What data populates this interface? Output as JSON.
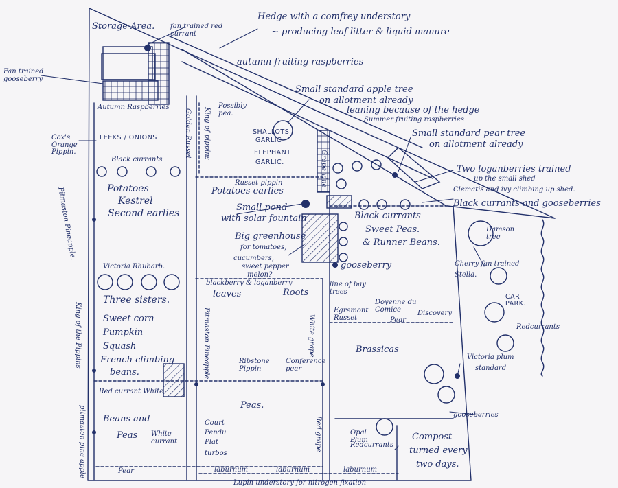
{
  "colors": {
    "ink": "#22306a",
    "paper": "#f6f5f7"
  },
  "labels": {
    "storage_area": "Storage Area.",
    "fan_redcurrant": "fan trained red currant",
    "hedge": "Hedge with a comfrey understory",
    "hedge_sub": "~ producing leaf litter & liquid manure",
    "autumn_raspberries_hedge": "autumn fruiting raspberries",
    "fan_gooseberry": "Fan trained gooseberry",
    "autumn_raspberries_bed": "Autumn Raspberries",
    "apple_tree": "Small standard apple tree",
    "apple_tree_2": "on allotment already",
    "apple_tree_3": "leaning because of the hedge",
    "summer_raspberries": "Summer fruiting raspberries",
    "pear_tree": "Small standard pear tree",
    "pear_tree_2": "on allotment already",
    "loganberries": "Two loganberries trained",
    "loganberries_2": "up the small shed",
    "clematis": "Clematis and ivy climbing up shed.",
    "blackcurrants_goose": "Black currants and gooseberries",
    "possibly_pea": "Possibly pea.",
    "shallots": "SHALLOTS",
    "garlic": "GARLIC",
    "elephant": "ELEPHANT",
    "garlic2": "GARLIC.",
    "coxs": "Cox's Orange Pippin.",
    "leeks": "LEEKS / ONIONS",
    "blackcurrants_left": "Black currants",
    "potatoes": "Potatoes",
    "kestrel": "Kestrel",
    "second_earlies": "Second earlies",
    "pitmaston_pineapple_left": "Pitmaston Pineapple.",
    "russet_pippin": "Russet pippin",
    "potatoes_earlies": "Potatoes earlies",
    "small_pond": "Small pond",
    "solar_fountain": "with solar fountain",
    "blackcurrants_mid": "Black currants",
    "sweet_peas": "Sweet Peas.",
    "runner_beans": "& Runner Beans.",
    "greenhouse": "Big greenhouse",
    "greenhouse_2": "for tomatoes,",
    "greenhouse_3": "cucumbers,",
    "greenhouse_4": "sweet pepper",
    "greenhouse_5": "melon?",
    "gooseberry_mid": "gooseberry",
    "damson": "Damson tree",
    "victoria_rhubarb": "Victoria Rhubarb.",
    "cherry": "Cherry fan trained",
    "stella": "Stella.",
    "blackberry": "blackberry & loganberry",
    "leaves": "leaves",
    "roots": "Roots",
    "bay_trees": "line of bay trees",
    "three_sisters": "Three sisters.",
    "sweetcorn": "Sweet corn",
    "pumpkin": "Pumpkin",
    "squash": "Squash",
    "french_beans": "French climbing",
    "french_beans_2": "beans.",
    "king_pippins": "King of the Pippins",
    "egremont": "Egremont Russet",
    "doyenne": "Doyenne du Comice",
    "doyenne_pear": "Pear",
    "discovery": "Discovery",
    "car_park": "CAR PARK.",
    "redcurrants_right": "Redcurrants",
    "white_grape_mid": "White grape",
    "brassicas": "Brassicas",
    "pitmaston_mid": "Pitmaston Pineapple",
    "ribston": "Ribstone Pippin",
    "conference": "Conference pear",
    "victoria_plum": "Victoria plum",
    "victoria_plum_2": "standard",
    "redcurrant_white": "Red currant White",
    "peas": "Peas.",
    "gooseberries_bottom": "gooseberries",
    "beans_and_peas": "Beans and",
    "beans_and_peas_2": "Peas",
    "white_currant": "White currant",
    "court_pendu": "Court",
    "court_pendu_2": "Pendu",
    "court_pendu_3": "Plat",
    "turbos": "turbos",
    "red_grape": "Red grape",
    "opal_plum": "Opal Plum",
    "redcurrants_bottom": "Redcurrants",
    "compost": "Compost",
    "compost_2": "turned every",
    "compost_3": "two days.",
    "pitmaston_bottom": "pitmaston pine apple",
    "pear_bottom": "Pear",
    "laburnum1": "laburnum",
    "laburnum2": "laburnum",
    "laburnum3": "laburnum",
    "footer": "Lupin understory for nitrogen fixation",
    "kitchen_raspberry": "King of pippins",
    "golden_russet": "Golden Russet",
    "grape_vine": "Grape vine"
  }
}
